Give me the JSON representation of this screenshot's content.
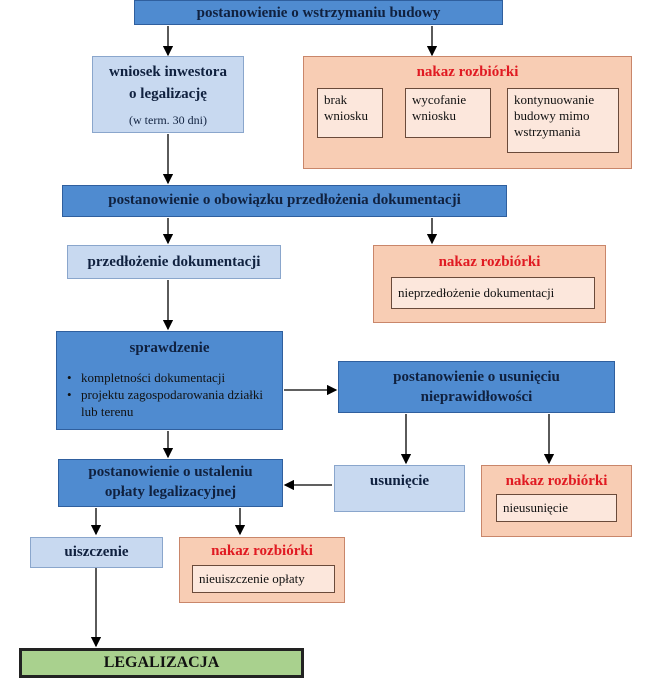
{
  "boxes": {
    "top": "postanowienie o wstrzymaniu budowy",
    "wniosek_line1": "wniosek inwestora",
    "wniosek_line2": "o legalizację",
    "wniosek_term": "(w term. 30 dni)",
    "nakaz": "nakaz rozbiórki",
    "nakaz_1": {
      "items": [
        "brak wniosku",
        "wycofanie wniosku",
        "kontynuowanie budowy mimo wstrzymania"
      ]
    },
    "postanowienie_dok": "postanowienie o obowiązku przedłożenia dokumentacji",
    "przedlozenie": "przedłożenie dokumentacji",
    "nieprzedlozenie": "nieprzedłożenie dokumentacji",
    "sprawdzenie": "sprawdzenie",
    "sprawdzenie_items": [
      "kompletności dokumentacji",
      "projektu zagospodarowania działki lub terenu"
    ],
    "usuniecie_post_line1": "postanowienie o usunięciu",
    "usuniecie_post_line2": "nieprawidłowości",
    "usuniecie": "usunięcie",
    "nieusuniecie": "nieusunięcie",
    "oplata_line1": "postanowienie o ustaleniu",
    "oplata_line2": "opłaty legalizacyjnej",
    "uiszczenie": "uiszczenie",
    "nieuiszczenie": "nieuiszczenie opłaty",
    "legalizacja": "LEGALIZACJA"
  },
  "colors": {
    "blue": "#4f8bd0",
    "light_blue": "#c8d9f0",
    "orange": "#f8cdb4",
    "green": "#a9d18e",
    "red_text": "#e01a22"
  }
}
